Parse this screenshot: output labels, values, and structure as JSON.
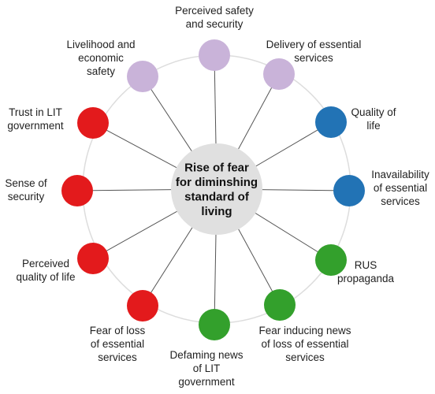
{
  "center": {
    "lines": [
      "Rise of fear",
      "for diminshing",
      "standard of",
      "living"
    ],
    "color": "#e0e0e0"
  },
  "palette": {
    "lavender": "#c9b3d9",
    "blue": "#2273b5",
    "green": "#33a02c",
    "red": "#e31a1c",
    "spoke": "#555555",
    "ring": "#dddddd"
  },
  "nodes": [
    {
      "id": "perceived-safety",
      "lines": [
        "Perceived safety",
        "and security"
      ],
      "color": "lavender"
    },
    {
      "id": "delivery-essential",
      "lines": [
        "Delivery of essential",
        "services"
      ],
      "color": "lavender"
    },
    {
      "id": "quality-of-life",
      "lines": [
        "Quality of",
        "life"
      ],
      "color": "blue"
    },
    {
      "id": "inavailability",
      "lines": [
        "Inavailability",
        "of essential",
        "services"
      ],
      "color": "blue"
    },
    {
      "id": "rus-propaganda",
      "lines": [
        "RUS",
        "propaganda"
      ],
      "color": "green"
    },
    {
      "id": "fear-inducing-news",
      "lines": [
        "Fear inducing news",
        "of loss of essential",
        "services"
      ],
      "color": "green"
    },
    {
      "id": "defaming-news",
      "lines": [
        "Defaming news",
        "of LIT",
        "government"
      ],
      "color": "green"
    },
    {
      "id": "fear-of-loss",
      "lines": [
        "Fear of loss",
        "of essential",
        "services"
      ],
      "color": "red"
    },
    {
      "id": "perceived-quality",
      "lines": [
        "Perceived",
        "quality of life"
      ],
      "color": "red"
    },
    {
      "id": "sense-of-security",
      "lines": [
        "Sense of",
        "security"
      ],
      "color": "red"
    },
    {
      "id": "trust-in-lit",
      "lines": [
        "Trust in LIT",
        "government"
      ],
      "color": "red"
    },
    {
      "id": "livelihood",
      "lines": [
        "Livelihood and",
        "economic",
        "safety"
      ],
      "color": "lavender"
    }
  ]
}
